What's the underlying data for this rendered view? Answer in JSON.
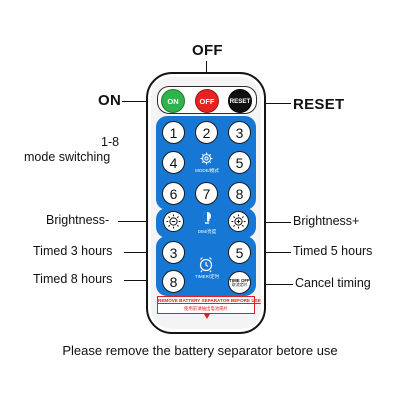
{
  "callouts": {
    "off": "OFF",
    "on": "ON",
    "reset": "RESET",
    "mode_line1": "1-8",
    "mode_line2": "mode switching",
    "brightness_minus": "Brightness-",
    "brightness_plus": "Brightness+",
    "timed3": "Timed 3 hours",
    "timed5": "Timed 5 hours",
    "timed8": "Timed 8 hours",
    "cancel_timing": "Cancel timing"
  },
  "remote": {
    "top_buttons": [
      {
        "label": "ON",
        "color": "#2fb34a",
        "icon": "on-button"
      },
      {
        "label": "OFF",
        "color": "#e52421",
        "icon": "off-button"
      },
      {
        "label": "RESET",
        "color": "#111111",
        "icon": "reset-button"
      }
    ],
    "mode_keys": [
      "1",
      "2",
      "3",
      "4",
      "5",
      "6",
      "7",
      "8"
    ],
    "mode_label": "MODE/模式",
    "dim_label": "DIM/亮度",
    "timer_keys": [
      "3",
      "5",
      "8"
    ],
    "timer_label": "TIMER/定时",
    "time_off_line1": "TIME OFF",
    "time_off_line2": "取消定时",
    "panel_color": "#1677d4",
    "warning_line1": "REMOVE BATTERY SEPARATOR BEFORE USE",
    "warning_line2": "使用前请抽出电池隔片",
    "warning_color": "#e02020"
  },
  "bottom_note": "Please remove the battery separator betore use"
}
